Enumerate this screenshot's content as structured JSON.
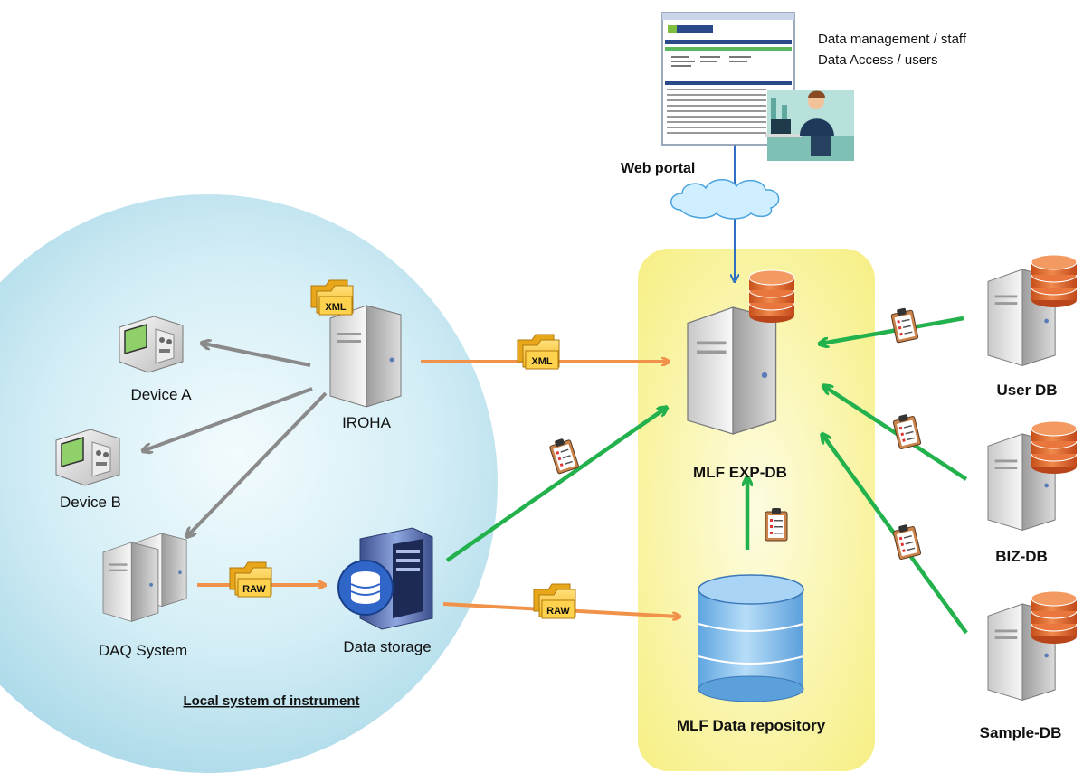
{
  "portal": {
    "label": "Web portal",
    "role_staff": "Data management / staff",
    "role_users": "Data Access  / users"
  },
  "local": {
    "title": "Local system of instrument",
    "device_a": "Device A",
    "device_b": "Device B",
    "iroha": "IROHA",
    "daq": "DAQ System",
    "storage": "Data storage"
  },
  "central": {
    "expdb": "MLF EXP-DB",
    "repository": "MLF Data repository"
  },
  "external": {
    "user_db": "User DB",
    "biz_db": "BIZ-DB",
    "sample_db": "Sample-DB"
  },
  "folder_tags": {
    "xml": "XML",
    "raw": "RAW"
  },
  "colors": {
    "local_circle": "#bfe3ee",
    "central_panel": "#fbf7a8",
    "orange_arrow": "#f0924a",
    "green_arrow": "#22b14c",
    "gray_arrow": "#8a8a8a",
    "blue_line": "#2e6fc4",
    "db_orange": "#e0652a",
    "repo_blue": "#8cc3ee"
  }
}
